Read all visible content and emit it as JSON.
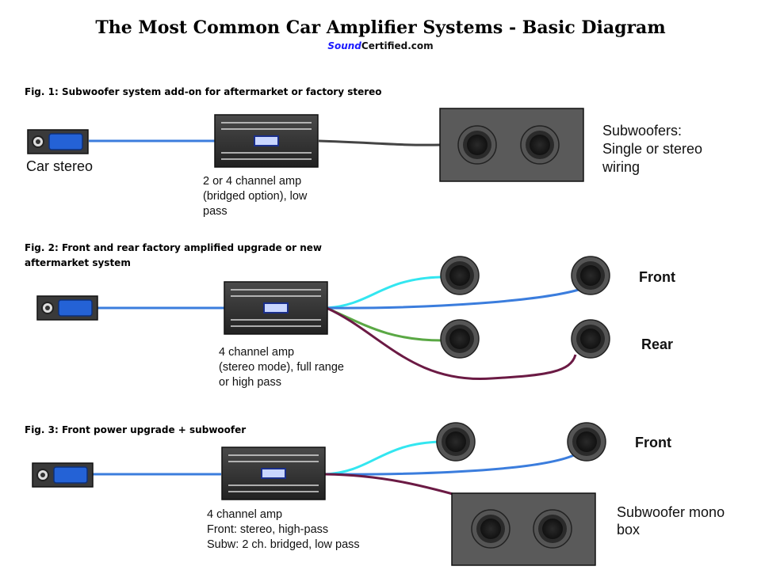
{
  "header": {
    "title": "The Most Common Car Amplifier Systems - Basic Diagram",
    "brand_part1": "Sound",
    "brand_part2": "Certified.com"
  },
  "fig1": {
    "caption": "Fig. 1: Subwoofer system add-on for aftermarket or factory stereo",
    "stereo_label": "Car stereo",
    "amp_label": [
      "2 or 4 channel amp",
      "(bridged option), low",
      "pass"
    ],
    "sub_label": [
      "Subwoofers:",
      "Single or stereo",
      "wiring"
    ]
  },
  "fig2": {
    "caption": [
      "Fig. 2: Front and rear factory amplified upgrade or new",
      "aftermarket system"
    ],
    "amp_label": [
      "4 channel amp",
      "(stereo mode), full range",
      "or high pass"
    ],
    "front_label": "Front",
    "rear_label": "Rear"
  },
  "fig3": {
    "caption": "Fig. 3: Front power upgrade + subwoofer",
    "amp_label": [
      "4 channel amp",
      "Front: stereo, high-pass",
      "Subw: 2 ch. bridged, low pass"
    ],
    "front_label": "Front",
    "sub_label": [
      "Subwoofer mono",
      "box"
    ]
  },
  "colors": {
    "rca_blue": "#3b7ddd",
    "speaker_wire_gray": "#444444",
    "wire_cyan": "#33e6f0",
    "wire_blue": "#3b7ddd",
    "wire_green": "#5aa844",
    "wire_maroon": "#6b1a44",
    "box_gray": "#5a5a5a"
  }
}
